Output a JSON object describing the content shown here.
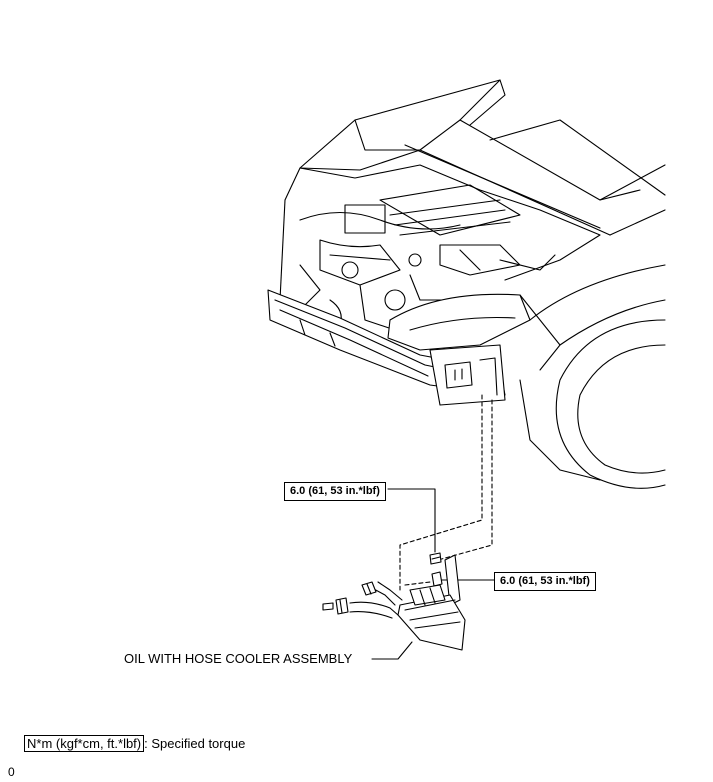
{
  "callouts": {
    "torque_top": "6.0 (61, 53 in.*lbf)",
    "torque_right": "6.0 (61, 53 in.*lbf)",
    "part_name": "OIL WITH HOSE COOLER ASSEMBLY"
  },
  "legend": {
    "symbol": "N*m (kgf*cm, ft.*lbf)",
    "description": ": Specified torque"
  },
  "page_mark": "0"
}
